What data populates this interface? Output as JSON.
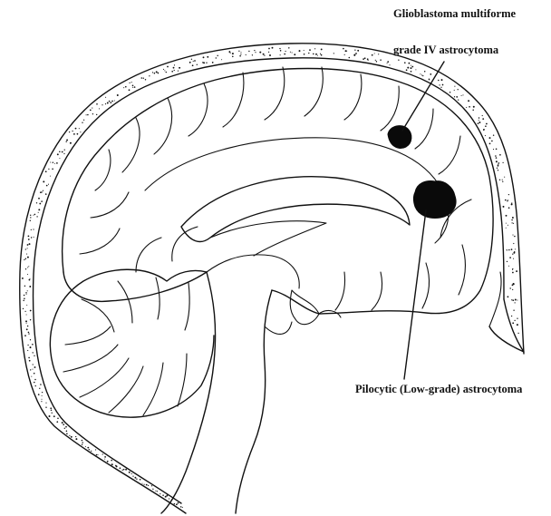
{
  "labels": {
    "glioblastoma_line1": "Glioblastoma  multiforme",
    "glioblastoma_line2": "grade IV astrocytoma",
    "pilocytic": "Pilocytic (Low-grade) astrocytoma"
  },
  "colors": {
    "ink": "#111111",
    "tumor": "#0a0a0a",
    "background": "#ffffff"
  }
}
